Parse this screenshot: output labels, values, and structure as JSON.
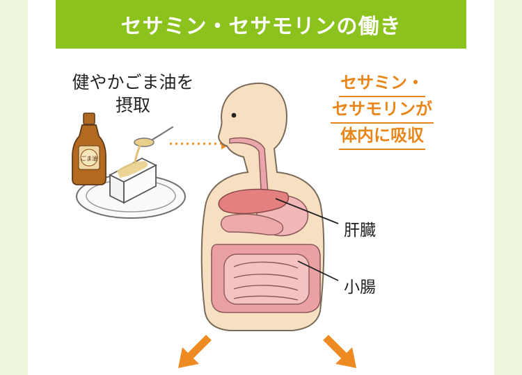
{
  "title": "セサミン・セサモリンの働き",
  "intake_caption": [
    "健やかごま油を",
    "摂取"
  ],
  "absorption_caption": [
    "セサミン・",
    "セサモリンが",
    "体内に吸収"
  ],
  "bottle_label": "ごま油",
  "organs": {
    "liver": "肝臓",
    "small_intestine": "小腸"
  },
  "colors": {
    "banner": "#8cc21e",
    "accent": "#e8861a",
    "skin": "#f7dfc1",
    "organ": "#e7959a",
    "background": "#eef6dc"
  }
}
